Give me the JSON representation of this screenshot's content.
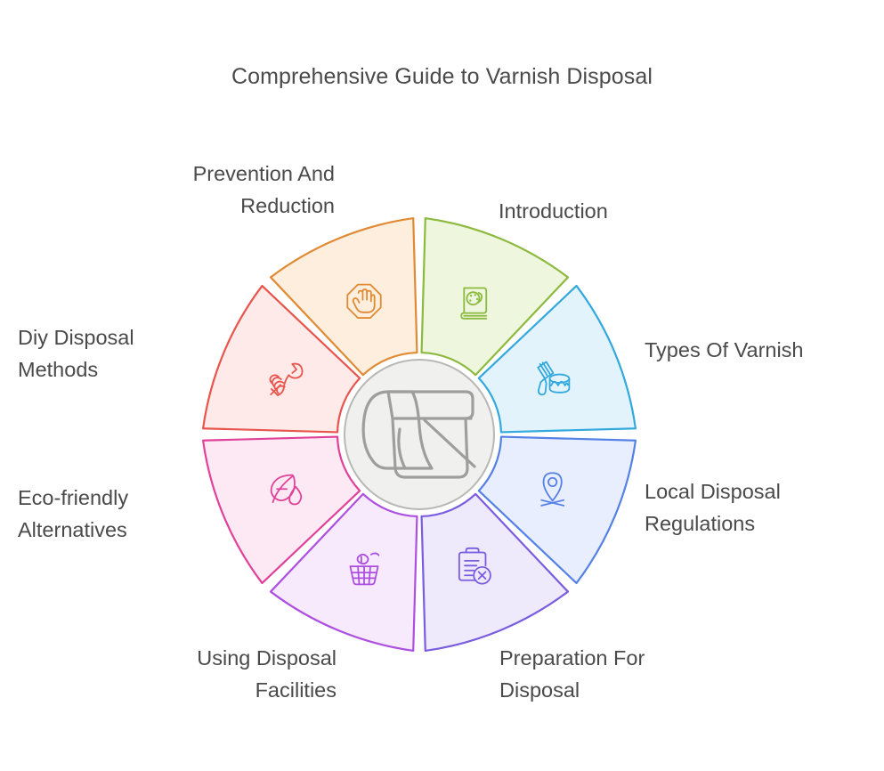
{
  "header": {
    "title": "Comprehensive Guide to Varnish Disposal"
  },
  "center": {
    "icon": "varnish-can-icon",
    "fill": "#f0f0ee",
    "stroke": "#b3b3b3",
    "icon_color": "#9e9e9e"
  },
  "chart_data": {
    "type": "pie",
    "title": "Comprehensive Guide to Varnish Disposal",
    "legend_position": "around-segments",
    "categories": [
      "Introduction",
      "Types Of Varnish",
      "Local Disposal Regulations",
      "Preparation For Disposal",
      "Using Disposal Facilities",
      "Eco-friendly Alternatives",
      "Diy Disposal Methods",
      "Prevention And Reduction"
    ],
    "values": [
      12.5,
      12.5,
      12.5,
      12.5,
      12.5,
      12.5,
      12.5,
      12.5
    ],
    "colors": [
      "#8cba3f",
      "#32a8dd",
      "#5481e6",
      "#7a5ce0",
      "#ad4fe0",
      "#e0429a",
      "#e8554d",
      "#e08a33"
    ],
    "xlabel": "",
    "ylabel": ""
  },
  "segments": [
    {
      "id": "introduction",
      "label": "Introduction",
      "icon": "book-palette-icon",
      "stroke": "#8cba3f",
      "fill": "#eef6dd"
    },
    {
      "id": "types-of-varnish",
      "label": "Types Of Varnish",
      "icon": "paintbrush-can-icon",
      "stroke": "#32a8dd",
      "fill": "#e2f3fc"
    },
    {
      "id": "local-disposal-regulations",
      "label": "Local Disposal\nRegulations",
      "icon": "location-pin-icon",
      "stroke": "#5481e6",
      "fill": "#e8eefd"
    },
    {
      "id": "preparation-for-disposal",
      "label": "Preparation For\nDisposal",
      "icon": "clipboard-x-icon",
      "stroke": "#7a5ce0",
      "fill": "#eeeafc"
    },
    {
      "id": "using-disposal-facilities",
      "label": "Using Disposal\nFacilities",
      "icon": "waste-bin-icon",
      "stroke": "#ad4fe0",
      "fill": "#f7eafc"
    },
    {
      "id": "eco-friendly-alternatives",
      "label": "Eco-friendly\nAlternatives",
      "icon": "leaf-drop-icon",
      "stroke": "#e0429a",
      "fill": "#fce9f3"
    },
    {
      "id": "diy-disposal-methods",
      "label": "Diy Disposal\nMethods",
      "icon": "hand-wrench-icon",
      "stroke": "#e8554d",
      "fill": "#fdeae9"
    },
    {
      "id": "prevention-and-reduction",
      "label": "Prevention And\nReduction",
      "icon": "stop-hand-icon",
      "stroke": "#e08a33",
      "fill": "#fdeedd"
    }
  ]
}
